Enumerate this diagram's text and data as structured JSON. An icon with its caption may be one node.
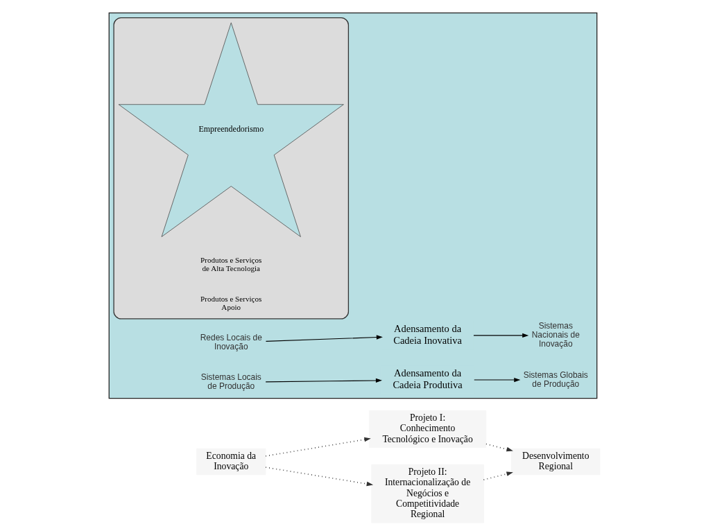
{
  "diagram": {
    "nodes": [
      {
        "text": [
          "Projeto I:  Conhecimento Tecnológico e Inovação"
        ]
      },
      {
        "text": [
          "Economia da Inovação"
        ]
      },
      {
        "text": [
          "Desenvolvimento Regional"
        ]
      },
      {
        "text": [],
        "shape": "box"
      },
      {
        "text": [
          "Redes Locais de Inovação"
        ],
        "in": 3
      },
      {
        "text": [
          "Adensamento da Cadeia Inovativa"
        ],
        "in": 3
      },
      {
        "text": [
          "Sistemas Nacionais de Inovação"
        ],
        "in": 3
      },
      {
        "text": [],
        "shape": "ellipse",
        "in": 3
      },
      {
        "text": [
          "Empreendedorismo"
        ],
        "in": 7
      },
      {
        "text": [
          "Sistemas Locais de Produção"
        ],
        "in": 3
      },
      {
        "text": [
          "Adensamento da Cadeia Produtiva"
        ],
        "in": 3
      },
      {
        "text": [
          "Sistemas Globais de Produção"
        ],
        "in": 3
      },
      {
        "text": [
          "Projeto II: Internacionalização de Negócios e Competitividade Regional"
        ]
      }
    ],
    "edges": [
      {
        "from": 1,
        "to": 0,
        "arrow": "to",
        "style": "dashed"
      },
      {
        "from": 0,
        "to": 2,
        "arrow": "to",
        "style": "dashed"
      },
      {
        "from": 1,
        "to": 12,
        "arrow": "to",
        "style": "dashed"
      },
      {
        "from": 12,
        "to": 2,
        "arrow": "to",
        "style": "dashed"
      },
      {
        "from": 4,
        "to": 5,
        "arrow": "to"
      },
      {
        "from": 5,
        "to": 6,
        "arrow": "to"
      },
      {
        "from": 9,
        "to": 10,
        "arrow": "to"
      },
      {
        "from": 10,
        "to": 11,
        "arrow": "to"
      }
    ],
    "labels": [
      "Produtos e Serviços de Alta Tecnologia",
      "Produtos e Serviços Apoio"
    ]
  }
}
